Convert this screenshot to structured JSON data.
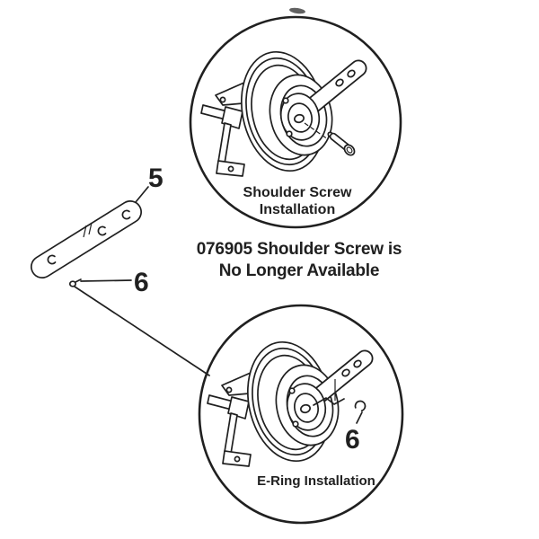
{
  "diagram": {
    "top_view": {
      "caption_line1": "Shoulder Screw",
      "caption_line2": "Installation"
    },
    "notice": {
      "line1": "076905 Shoulder Screw is",
      "line2": "No Longer Available"
    },
    "bottom_view": {
      "caption": "E-Ring Installation"
    },
    "callouts": {
      "bracket": "5",
      "fastener_top": "6",
      "fastener_bottom": "6"
    },
    "colors": {
      "ink": "#202020",
      "background": "#ffffff"
    }
  }
}
